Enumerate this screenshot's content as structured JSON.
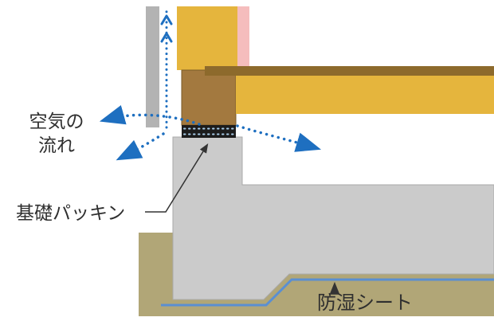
{
  "diagram": {
    "labels": {
      "airflow_line1": "空気の",
      "airflow_line2": "流れ",
      "packing": "基礎パッキン",
      "sheet": "防湿シート"
    },
    "colors": {
      "wall_gray": "#B3B3B3",
      "wall_yellow": "#E5B53D",
      "wall_pink": "#F5BDBD",
      "sill_brown": "#A3793F",
      "floor_band_brown": "#8D6A2C",
      "floor_yellow": "#E5B53D",
      "packing_black": "#1C1C1C",
      "packing_dots_blue": "#A8CCE8",
      "concrete_gray": "#CBCBCB",
      "concrete_edge": "#A9A9A9",
      "soil_khaki": "#B1A677",
      "sheet_blue": "#5A8FD2",
      "airflow_blue": "#1E6FC0",
      "text_dark": "#2F2F2F",
      "leader_black": "#333333"
    }
  }
}
